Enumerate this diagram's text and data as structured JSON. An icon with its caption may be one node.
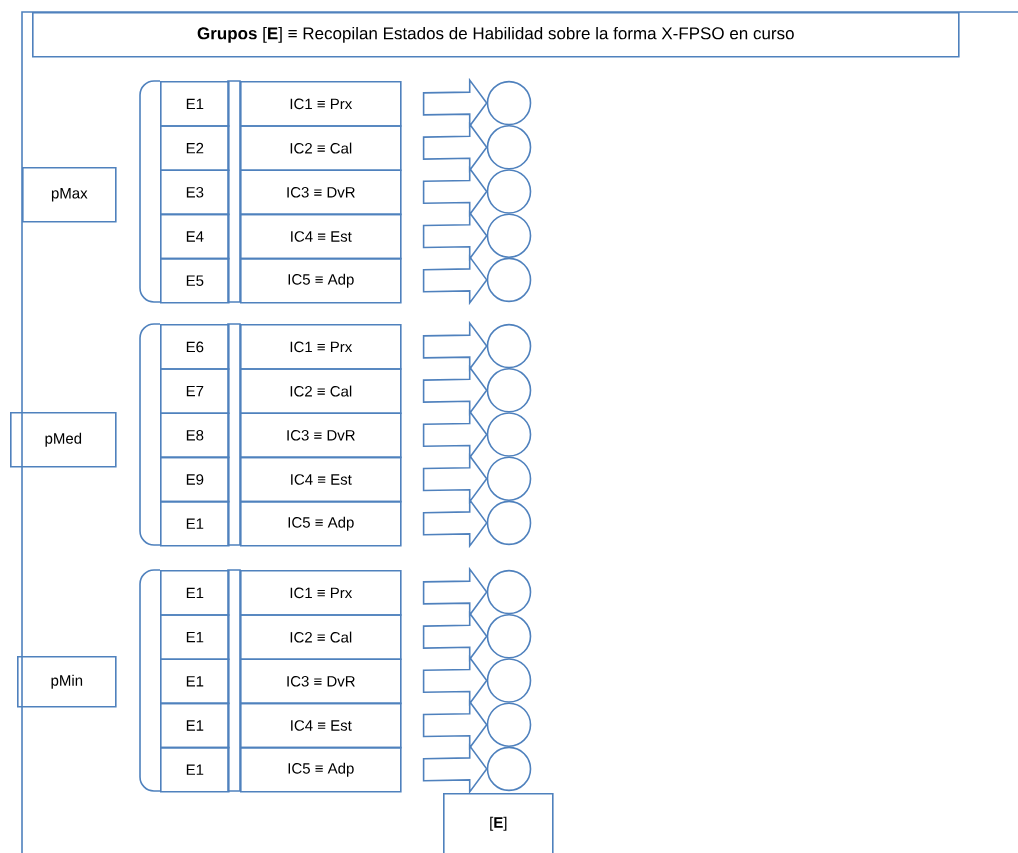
{
  "diagram": {
    "nodes": [
      {
        "text": [
          "**Grupos** [**E**]  ≡ Recopilan Estados de Habilidad sobre la forma X-FPSO en curso"
        ]
      },
      {
        "text": [
          "pMax"
        ]
      },
      {
        "text": [
          "E1"
        ]
      },
      {
        "text": [
          "IC1 ≡ Prx"
        ]
      },
      {
        "text": [],
        "shape": "circle"
      },
      {
        "text": [
          "E2"
        ]
      },
      {
        "text": [
          "IC2 ≡ Cal"
        ]
      },
      {
        "text": [],
        "shape": "circle"
      },
      {
        "text": [
          "E3"
        ]
      },
      {
        "text": [
          "IC3 ≡ DvR"
        ]
      },
      {
        "text": [],
        "shape": "circle"
      },
      {
        "text": [
          "E4"
        ]
      },
      {
        "text": [
          "IC4 ≡ Est"
        ]
      },
      {
        "text": [],
        "shape": "circle"
      },
      {
        "text": [
          "E5"
        ]
      },
      {
        "text": [
          "IC5 ≡ Adp"
        ]
      },
      {
        "text": [],
        "shape": "circle"
      },
      {
        "text": [
          "pMed"
        ]
      },
      {
        "text": [
          "E6"
        ]
      },
      {
        "text": [
          "IC1 ≡ Prx"
        ]
      },
      {
        "text": [],
        "shape": "circle"
      },
      {
        "text": [
          "E7"
        ]
      },
      {
        "text": [
          "IC2 ≡ Cal"
        ]
      },
      {
        "text": [],
        "shape": "circle"
      },
      {
        "text": [
          "E8"
        ]
      },
      {
        "text": [
          "IC3 ≡ DvR"
        ]
      },
      {
        "text": [],
        "shape": "circle"
      },
      {
        "text": [
          "E9"
        ]
      },
      {
        "text": [
          "IC4 ≡ Est"
        ]
      },
      {
        "text": [],
        "shape": "circle"
      },
      {
        "text": [
          "E1"
        ]
      },
      {
        "text": [
          "IC5 ≡ Adp"
        ]
      },
      {
        "text": [],
        "shape": "circle"
      },
      {
        "text": [
          "pMin"
        ]
      },
      {
        "text": [
          "E1"
        ]
      },
      {
        "text": [
          "IC1 ≡ Prx"
        ]
      },
      {
        "text": [],
        "shape": "circle"
      },
      {
        "text": [
          "E1"
        ]
      },
      {
        "text": [
          "IC2 ≡ Cal"
        ]
      },
      {
        "text": [],
        "shape": "circle"
      },
      {
        "text": [
          "E1"
        ]
      },
      {
        "text": [
          "IC3 ≡ DvR"
        ]
      },
      {
        "text": [],
        "shape": "circle"
      },
      {
        "text": [
          "E1"
        ]
      },
      {
        "text": [
          "IC4 ≡ Est"
        ]
      },
      {
        "text": [],
        "shape": "circle"
      },
      {
        "text": [
          "E1"
        ]
      },
      {
        "text": [
          "IC5 ≡ Adp"
        ]
      },
      {
        "text": [],
        "shape": "circle"
      },
      {
        "text": [
          "[**E**]"
        ]
      }
    ],
    "edges": [
      {
        "from": 3,
        "to": 4,
        "arrow": "to"
      },
      {
        "from": 6,
        "to": 7,
        "arrow": "to"
      },
      {
        "from": 9,
        "to": 10,
        "arrow": "to"
      },
      {
        "from": 12,
        "to": 13,
        "arrow": "to"
      },
      {
        "from": 15,
        "to": 16,
        "arrow": "to"
      },
      {
        "from": 19,
        "to": 20,
        "arrow": "to"
      },
      {
        "from": 22,
        "to": 23,
        "arrow": "to"
      },
      {
        "from": 25,
        "to": 26,
        "arrow": "to"
      },
      {
        "from": 28,
        "to": 29,
        "arrow": "to"
      },
      {
        "from": 31,
        "to": 32,
        "arrow": "to"
      },
      {
        "from": 35,
        "to": 36,
        "arrow": "to"
      },
      {
        "from": 38,
        "to": 39,
        "arrow": "to"
      },
      {
        "from": 41,
        "to": 42,
        "arrow": "to"
      },
      {
        "from": 44,
        "to": 45,
        "arrow": "to"
      },
      {
        "from": 47,
        "to": 48,
        "arrow": "to"
      }
    ]
  }
}
